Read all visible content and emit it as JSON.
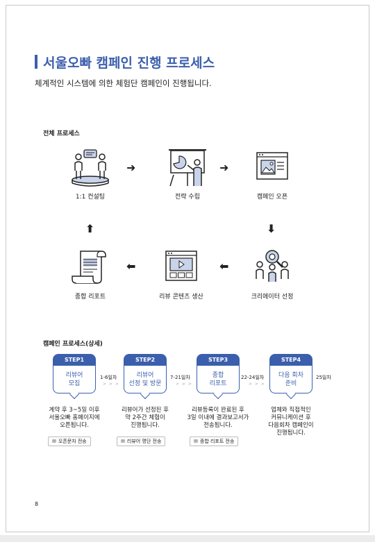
{
  "header": {
    "title": "서울오빠 캠페인 진행 프로세스",
    "subtitle": "체계적인 시스템에 의한 체험단 캠페인이 진행됩니다."
  },
  "overall": {
    "label": "전체 프로세스",
    "nodes": [
      {
        "icon": "consulting-icon",
        "label": "1:1 컨설팅"
      },
      {
        "icon": "strategy-presentation-icon",
        "label": "전략 수립"
      },
      {
        "icon": "campaign-window-icon",
        "label": "캠페인 오픈"
      },
      {
        "icon": "creator-selection-icon",
        "label": "크리에이터 선정"
      },
      {
        "icon": "video-review-icon",
        "label": "리뷰 콘텐츠 생산"
      },
      {
        "icon": "report-scroll-icon",
        "label": "종합 리포트"
      }
    ],
    "arrows": {
      "right": "➜",
      "left": "⬅",
      "down": "⬇",
      "up": "⬆"
    }
  },
  "detail": {
    "label": "캠페인 프로세스(상세)",
    "steps": [
      {
        "step": "STEP1",
        "lines": [
          "리뷰어",
          "모집"
        ],
        "desc": [
          "계약 후 3~5일 이후",
          "서울오빠 홈페이지에",
          "오픈됩니다."
        ],
        "tag": "오픈문자 전송"
      },
      {
        "step": "STEP2",
        "lines": [
          "리뷰어",
          "선정 및 방문"
        ],
        "desc": [
          "리뷰어가 선정된 후",
          "약 2주간 체험이",
          "진행됩니다."
        ],
        "tag": "리뷰어 명단 전송"
      },
      {
        "step": "STEP3",
        "lines": [
          "종합",
          "리포트"
        ],
        "desc": [
          "리뷰등록이 완료된 후",
          "3일 이내에 결과보고서가",
          "전송됩니다."
        ],
        "tag": "종합 리포트 전송"
      },
      {
        "step": "STEP4",
        "lines": [
          "다음 회차",
          "준비"
        ],
        "desc": [
          "업체와 직접적인",
          "커뮤니케이션 후",
          "다음회차 캠페인이",
          "진행됩니다."
        ],
        "tag": ""
      }
    ],
    "durations": [
      "1-6일차",
      "7-21일차",
      "22-24일차",
      "25일차"
    ],
    "chevrons": "> > >",
    "tag_icon": "✉"
  },
  "footer": {
    "page_number": "8"
  },
  "colors": {
    "accent": "#3b5fad",
    "icon_fill": "#c9d3ea"
  }
}
